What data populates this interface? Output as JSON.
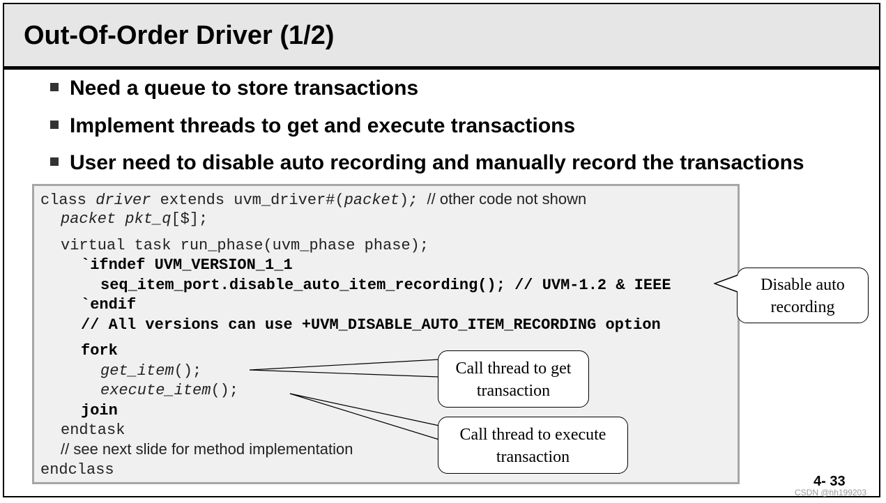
{
  "title": "Out-Of-Order Driver (1/2)",
  "bullets": [
    "Need a queue to store transactions",
    "Implement threads to get and execute transactions",
    "User need to disable auto recording and manually record the transactions"
  ],
  "code": {
    "l1": {
      "a": "class ",
      "b": "driver",
      "c": " extends uvm_driver#(",
      "d": "packet",
      "e": ")",
      "f": "; ",
      "g": "// other code not shown"
    },
    "l2": {
      "a": "packet pkt_q",
      "b": "[$];"
    },
    "l3": "virtual task run_phase(uvm_phase phase);",
    "l4": "`ifndef UVM_VERSION_1_1",
    "l5": "seq_item_port.disable_auto_item_recording(); // UVM-1.2 & IEEE",
    "l6": "`endif",
    "l7": "// All versions can use +UVM_DISABLE_AUTO_ITEM_RECORDING option",
    "l8": "fork",
    "l9": {
      "a": "get_item",
      "b": "();"
    },
    "l10": {
      "a": "execute_item",
      "b": "();"
    },
    "l11": "join",
    "l12": "endtask",
    "l13": "// see next slide for method implementation",
    "l14": "endclass"
  },
  "callouts": {
    "disable": [
      "Disable auto",
      "recording"
    ],
    "get": [
      "Call thread to get",
      "transaction"
    ],
    "execute": [
      "Call thread to execute",
      "transaction"
    ]
  },
  "page_number": "4- 33",
  "watermark": "CSDN @hh199203"
}
